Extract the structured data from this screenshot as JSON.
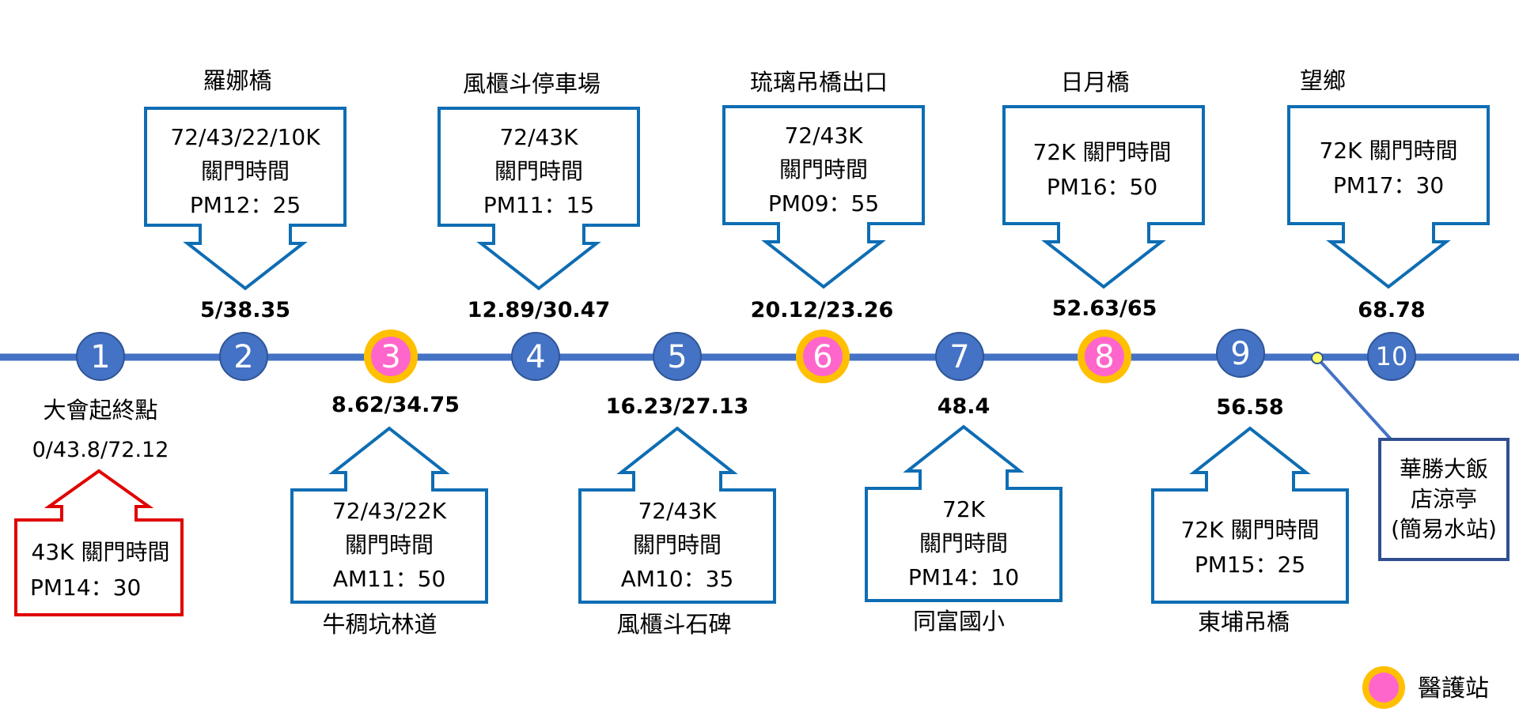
{
  "colors": {
    "line": "#4472c4",
    "station_fill": "#4472c4",
    "station_stroke": "#2f5597",
    "medical_fill": "#ff66cc",
    "medical_ring": "#ffc000",
    "box_stroke": "#0e6db3",
    "start_box_stroke": "#e00000",
    "water_box_stroke": "#2f4f8f",
    "water_dot": "#ffff66"
  },
  "start": {
    "name": "大會起終點",
    "distance": "0/43.8/72.12",
    "cutoff_line1": "43K 關門時間",
    "cutoff_line2": "PM14：30"
  },
  "stations": [
    {
      "num": "1",
      "medical": false
    },
    {
      "num": "2",
      "medical": false,
      "name": "羅娜橋",
      "distance": "5/38.35",
      "cutoff": [
        "72/43/22/10K",
        "關門時間",
        "PM12：25"
      ]
    },
    {
      "num": "3",
      "medical": true,
      "name": "牛稠坑林道",
      "distance": "8.62/34.75",
      "cutoff": [
        "72/43/22K",
        "關門時間",
        "AM11：50"
      ]
    },
    {
      "num": "4",
      "medical": false,
      "name": "風櫃斗停車場",
      "distance": "12.89/30.47",
      "cutoff": [
        "72/43K",
        "關門時間",
        "PM11：15"
      ]
    },
    {
      "num": "5",
      "medical": false,
      "name": "風櫃斗石碑",
      "distance": "16.23/27.13",
      "cutoff": [
        "72/43K",
        "關門時間",
        "AM10：35"
      ]
    },
    {
      "num": "6",
      "medical": true,
      "name": "琉璃吊橋出口",
      "distance": "20.12/23.26",
      "cutoff": [
        "72/43K",
        "關門時間",
        "PM09：55"
      ]
    },
    {
      "num": "7",
      "medical": false,
      "name": "同富國小",
      "distance": "48.4",
      "cutoff": [
        "72K",
        "關門時間",
        "PM14：10"
      ]
    },
    {
      "num": "8",
      "medical": true,
      "name": "日月橋",
      "distance": "52.63/65",
      "cutoff": [
        "72K 關門時間",
        "PM16：50"
      ]
    },
    {
      "num": "9",
      "medical": false,
      "name": "東埔吊橋",
      "distance": "56.58",
      "cutoff": [
        "72K 關門時間",
        "PM15：25"
      ]
    },
    {
      "num": "10",
      "medical": false,
      "name": "望鄉",
      "distance": "68.78",
      "cutoff": [
        "72K 關門時間",
        "PM17：30"
      ]
    }
  ],
  "water_station": {
    "lines": [
      "華勝大飯",
      "店涼亭",
      "(簡易水站)"
    ]
  },
  "legend": {
    "label": "醫護站"
  }
}
